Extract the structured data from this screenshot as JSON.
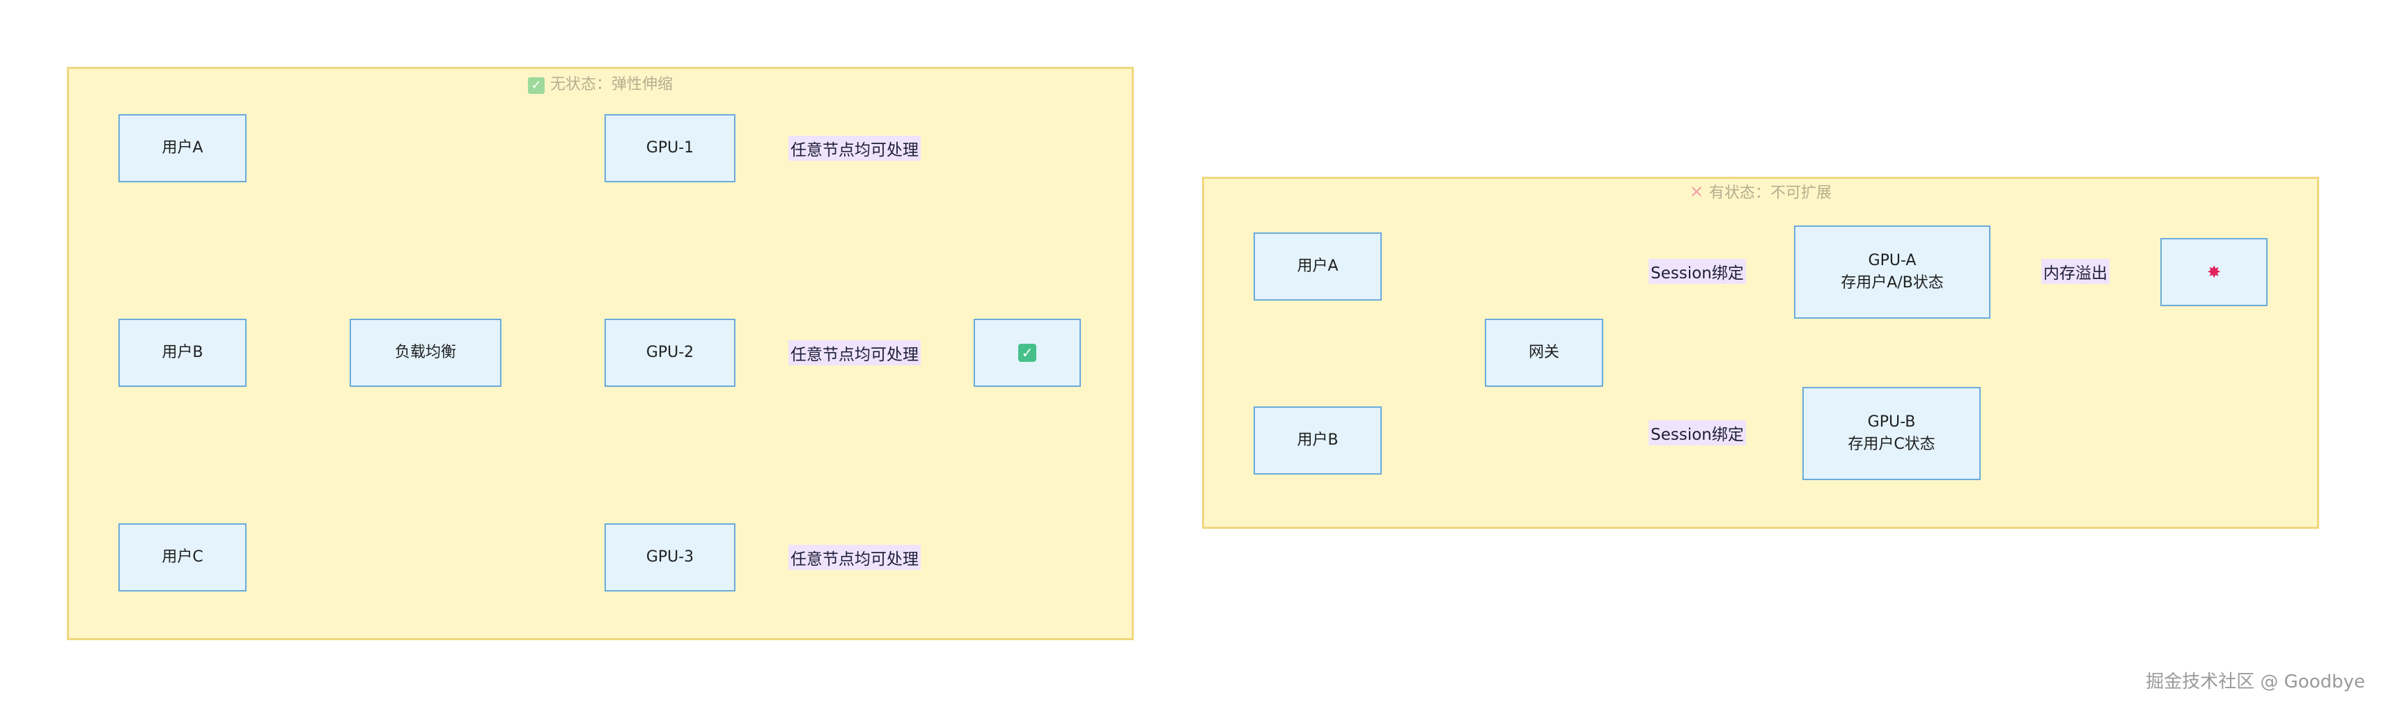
{
  "left_cluster": {
    "title": "无状态：弹性伸缩",
    "title_icon": "check-icon",
    "nodes": {
      "user_a": "用户A",
      "user_b": "用户B",
      "user_c": "用户C",
      "lb": "负载均衡",
      "gpu1": "GPU-1",
      "gpu2": "GPU-2",
      "gpu3": "GPU-3",
      "done": "check-icon"
    },
    "edge_labels": {
      "gpu1_done": "任意节点均可处理",
      "gpu2_done": "任意节点均可处理",
      "gpu3_done": "任意节点均可处理"
    }
  },
  "right_cluster": {
    "title": "有状态：不可扩展",
    "title_icon": "cross-icon",
    "nodes": {
      "user_a": "用户A",
      "user_b": "用户B",
      "gateway": "网关",
      "gpu_a_title": "GPU-A",
      "gpu_a_sub": "存用户A/B状态",
      "gpu_b_title": "GPU-B",
      "gpu_b_sub": "存用户C状态",
      "crash": "burst-icon"
    },
    "edge_labels": {
      "gateway_gpua": "Session绑定",
      "gateway_gpub": "Session绑定",
      "gpua_crash": "内存溢出"
    }
  },
  "colors": {
    "cluster_fill": "#fff6c8",
    "cluster_border": "#f0d77e",
    "node_fill": "#e4f3fc",
    "node_border": "#6aabd9",
    "edge": "#9a9a86",
    "label_bg": "#efe4fb"
  },
  "watermark": "掘金技术社区 @ Goodbye"
}
